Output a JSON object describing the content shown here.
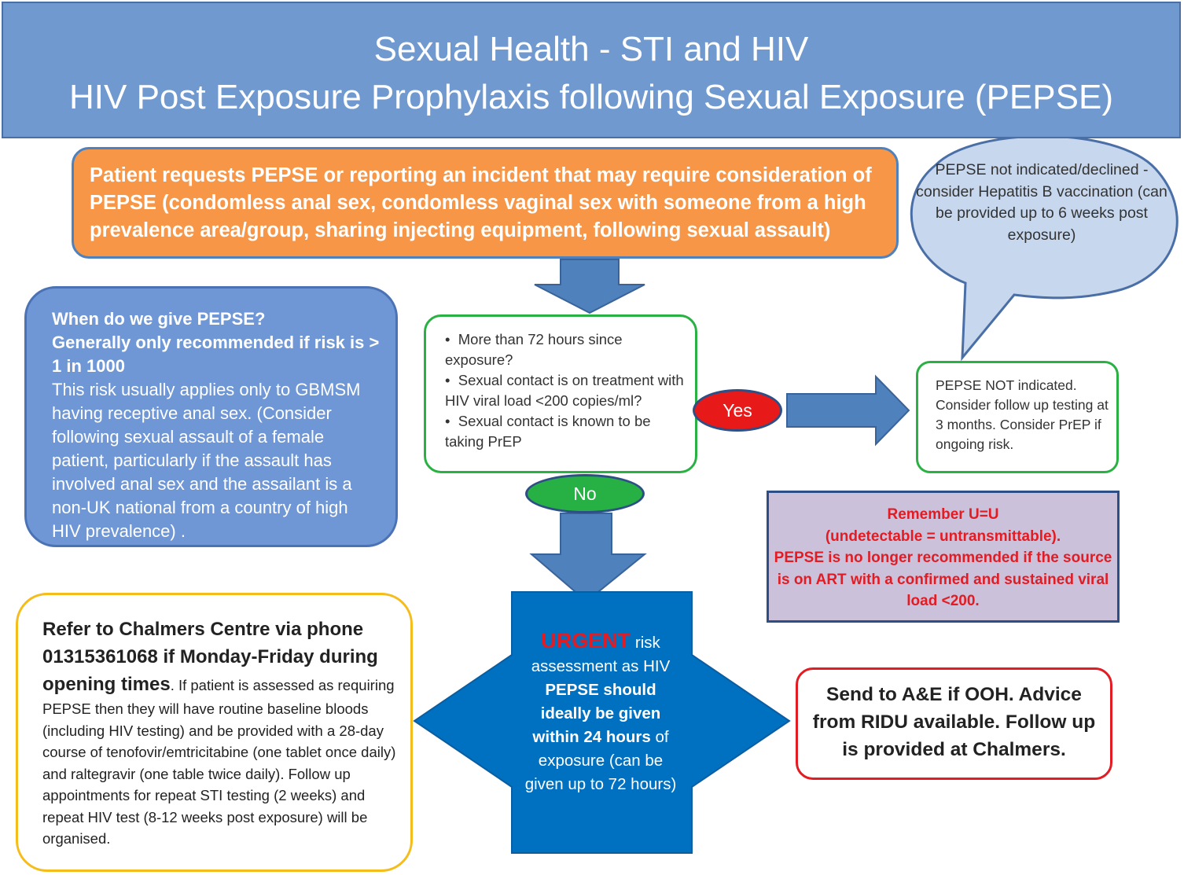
{
  "header": {
    "line1": "Sexual Health  - STI and HIV",
    "line2": "HIV Post Exposure Prophylaxis following Sexual Exposure (PEPSE)"
  },
  "request_box": {
    "text": "Patient requests PEPSE or reporting an incident that may require consideration of PEPSE (condomless anal sex, condomless vaginal sex with someone from a high prevalence area/group, sharing injecting equipment, following sexual assault)"
  },
  "speech_bubble": {
    "text": "PEPSE  not indicated/declined - consider Hepatitis B vaccination (can be provided up to 6 weeks post exposure)"
  },
  "when_box": {
    "heading1": "When do we give PEPSE?",
    "heading2": "Generally only recommended if risk is > 1 in 1000",
    "body": "This risk  usually applies only to GBMSM having receptive anal sex. (Consider following sexual assault of a female patient, particularly if the assault has involved anal sex and the assailant is a non-UK national from a country of high HIV prevalence) ."
  },
  "criteria_box": {
    "items": [
      "More than 72 hours since exposure?",
      "Sexual contact is on treatment with HIV viral load <200 copies/ml?",
      "Sexual contact is known to be taking PrEP"
    ]
  },
  "decision": {
    "yes": "Yes",
    "no": "No"
  },
  "not_indicated_box": {
    "text": "PEPSE NOT indicated. Consider follow up testing at 3 months. Consider PrEP if ongoing risk."
  },
  "uu_box": {
    "line1": "Remember U=U",
    "line2": "(undetectable = untransmittable).",
    "line3": "PEPSE is no longer recommended if the source is on ART with a confirmed and sustained viral load <200."
  },
  "refer_box": {
    "bold_text": "Refer to Chalmers Centre via phone 01315361068 if Monday-Friday during opening times",
    "small_text": ".  If patient is assessed as requiring PEPSE  then they will have routine baseline bloods (including HIV testing) and be provided with a 28-day course of tenofovir/emtricitabine (one tablet once daily) and raltegravir (one table twice daily). Follow up appointments for repeat STI testing (2 weeks) and repeat HIV test (8-12 weeks post exposure) will be organised."
  },
  "urgent_center": {
    "urgent": "URGENT",
    "part1": " risk assessment as HIV ",
    "bold": "PEPSE should ideally be given within 24 hours",
    "part2": " of exposure (can be given up to 72 hours)"
  },
  "ooh_box": {
    "text": "Send to A&E if OOH. Advice from RIDU available. Follow up is provided at Chalmers."
  },
  "colors": {
    "header_blue": "#7099cf",
    "orange": "#f79646",
    "arrow_blue": "#4f81bd",
    "center_blue": "#0070c0",
    "green": "#2ab143",
    "red": "#e31b23",
    "purple": "#ccc1da",
    "yellow": "#f5bd1c"
  }
}
